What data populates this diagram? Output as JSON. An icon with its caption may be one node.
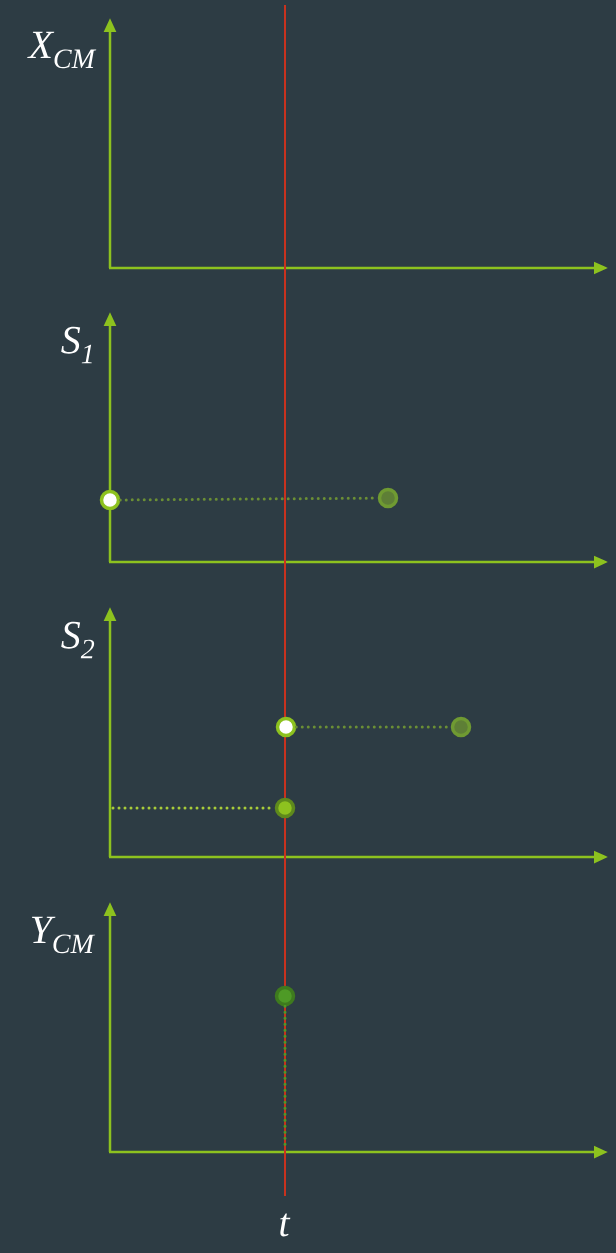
{
  "diagram": {
    "nodes": [
      {
        "text": [],
        "shape": "circle"
      },
      {
        "text": [],
        "shape": "circle"
      },
      {
        "text": [],
        "shape": "circle"
      },
      {
        "text": [],
        "shape": "circle"
      },
      {
        "text": [],
        "shape": "circle"
      },
      {
        "text": [],
        "shape": "circle"
      }
    ],
    "edges": [
      {
        "from": 0,
        "to": 1,
        "arrow": "none",
        "style": "dashed",
        "color": "#6b8f35"
      },
      {
        "from": 2,
        "to": 3,
        "arrow": "none",
        "style": "dashed",
        "color": "#6b8f35"
      },
      {
        "from": null,
        "to": 4,
        "arrow": "none",
        "style": "dashed",
        "color": "#a8cc3a"
      },
      {
        "from": 5,
        "to": null,
        "arrow": "none",
        "style": "dashed",
        "color": "#4e9a26"
      }
    ],
    "labels": [
      "X$_{CM}$",
      "S$_{1}$",
      "S$_{2}$",
      "Y$_{CM}$",
      "t"
    ]
  }
}
